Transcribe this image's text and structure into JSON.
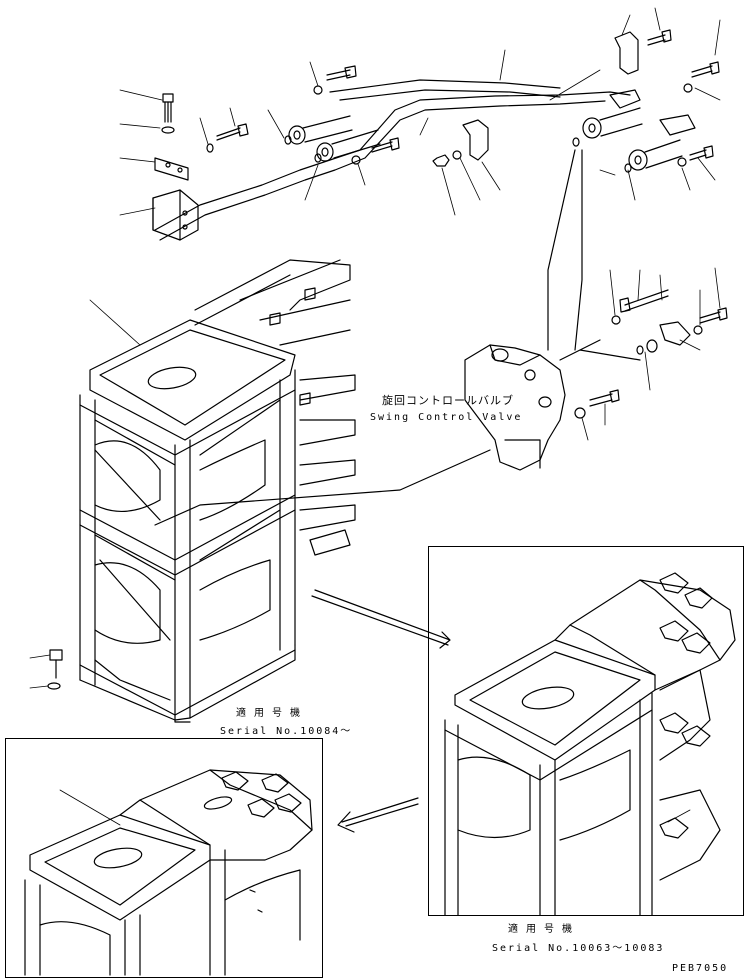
{
  "labels": {
    "swing_valve_jp": "旋回コントロールバルブ",
    "swing_valve_en": "Swing Control Valve",
    "applicable_1_jp": "適 用 号 機",
    "applicable_1_serial": "Serial No.10084～",
    "applicable_2_jp": "適 用 号 機",
    "applicable_2_serial": "Serial No.10063～10083",
    "drawing_code": "PEB7050"
  },
  "colors": {
    "line": "#000000",
    "background": "#ffffff"
  }
}
